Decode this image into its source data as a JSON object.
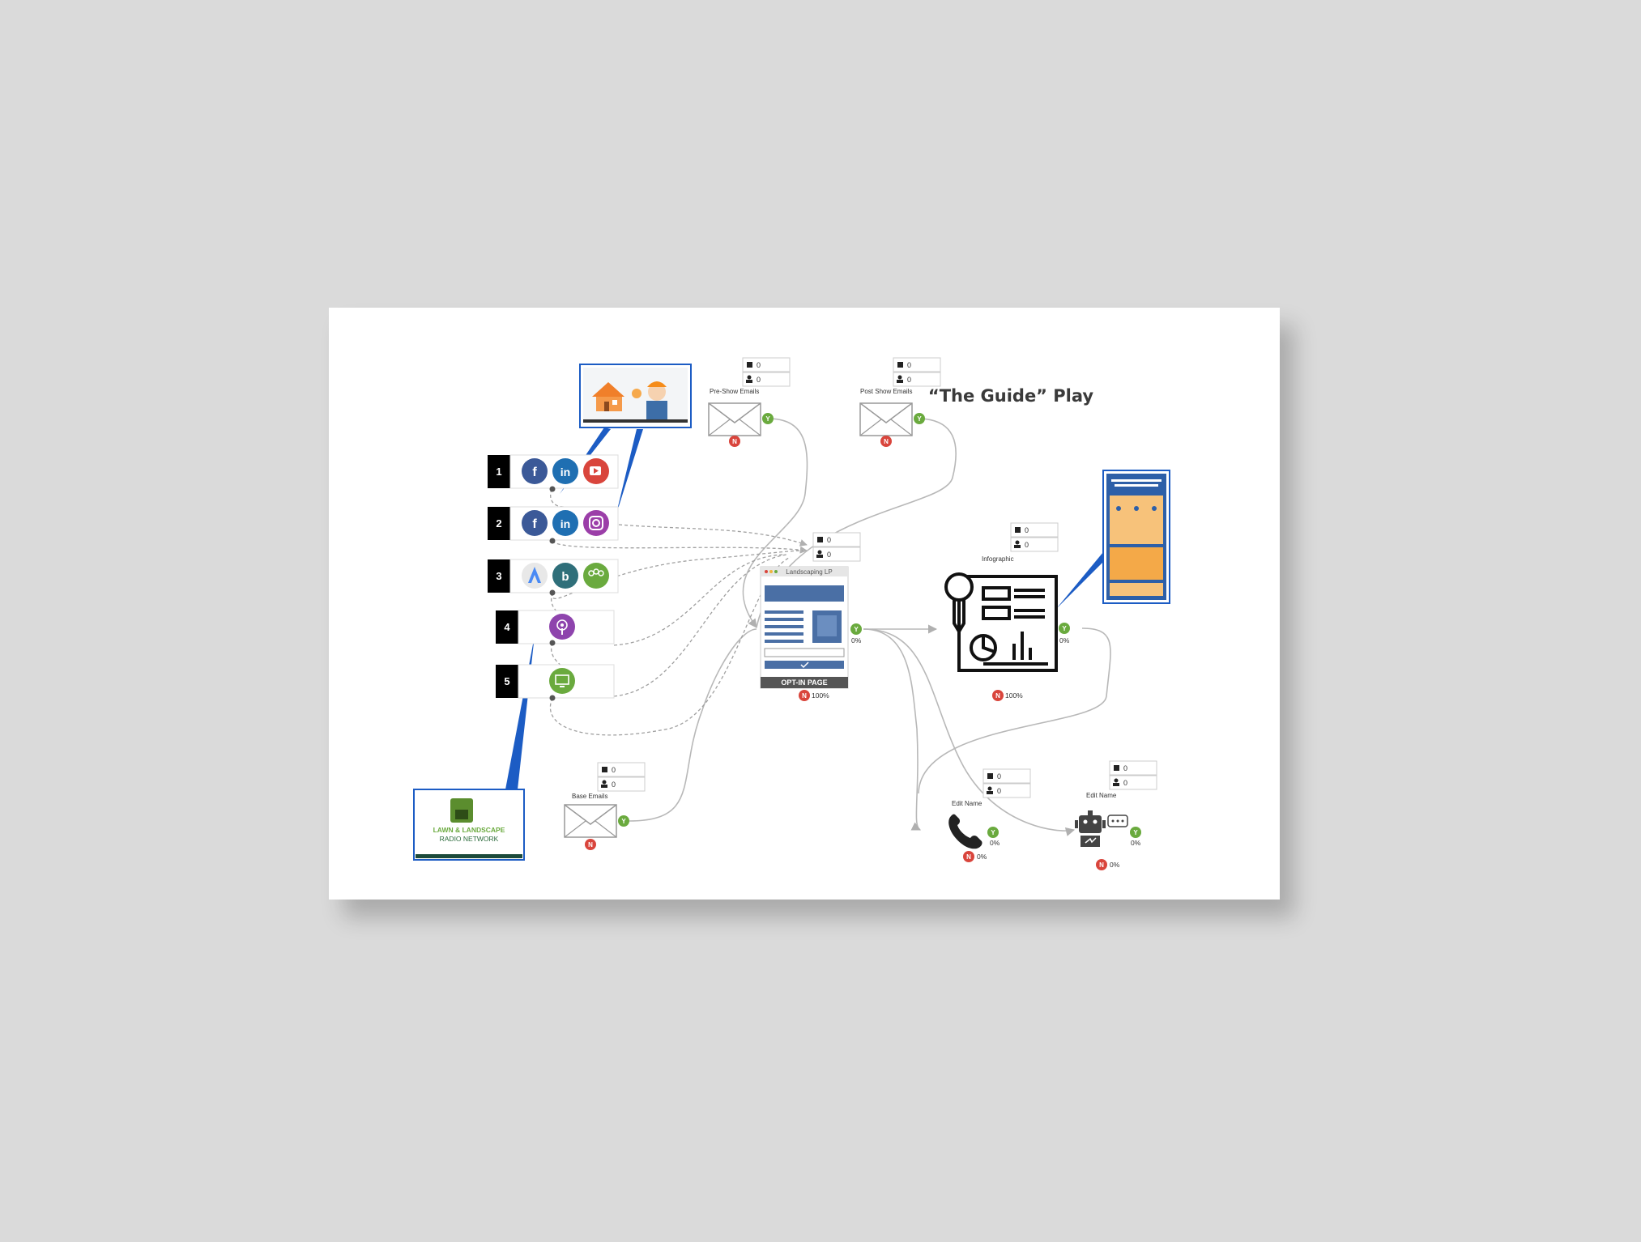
{
  "title": "“The Guide” Play",
  "colors": {
    "yes": "#6aaa3e",
    "no": "#d9453c",
    "blue_callout": "#1c5cc4",
    "connector": "#b8b8b8",
    "dashed": "#9a9a9a",
    "lp_blue": "#4a6fa5"
  },
  "sources": [
    {
      "num": "1",
      "icons": [
        "facebook-icon",
        "linkedin-icon",
        "video-icon"
      ]
    },
    {
      "num": "2",
      "icons": [
        "facebook-icon",
        "linkedin-icon",
        "instagram-icon"
      ]
    },
    {
      "num": "3",
      "icons": [
        "google-ads-icon",
        "bing-icon",
        "community-icon"
      ]
    },
    {
      "num": "4",
      "icons": [
        "podcast-icon"
      ]
    },
    {
      "num": "5",
      "icons": [
        "webinar-icon"
      ]
    }
  ],
  "nodes": {
    "pre_show": {
      "label": "Pre-Show Emails",
      "checked": "0",
      "people": "0",
      "yes": "Y",
      "no": "N"
    },
    "post_show": {
      "label": "Post Show Emails",
      "checked": "0",
      "people": "0",
      "yes": "Y",
      "no": "N"
    },
    "base_emails": {
      "label": "Base Emails",
      "checked": "0",
      "people": "0",
      "yes": "Y",
      "no": "N"
    },
    "landing_page": {
      "tab_title": "Landscaping LP",
      "footer": "OPT-IN PAGE",
      "checked": "0",
      "people": "0",
      "yes": "Y",
      "yes_pct": "0%",
      "no": "N",
      "no_pct": "100%"
    },
    "infographic": {
      "label": "Infographic",
      "checked": "0",
      "people": "0",
      "yes": "Y",
      "yes_pct": "0%",
      "no": "N",
      "no_pct": "100%"
    },
    "phone": {
      "label": "Edit Name",
      "checked": "0",
      "people": "0",
      "yes": "Y",
      "yes_pct": "0%",
      "no": "N",
      "no_pct": "0%"
    },
    "chatbot": {
      "label": "Edit Name",
      "checked": "0",
      "people": "0",
      "yes": "Y",
      "yes_pct": "0%",
      "no": "N",
      "no_pct": "0%"
    }
  },
  "callouts": {
    "radio_logo_line1": "LAWN & LANDSCAPE",
    "radio_logo_line2": "RADIO NETWORK"
  }
}
